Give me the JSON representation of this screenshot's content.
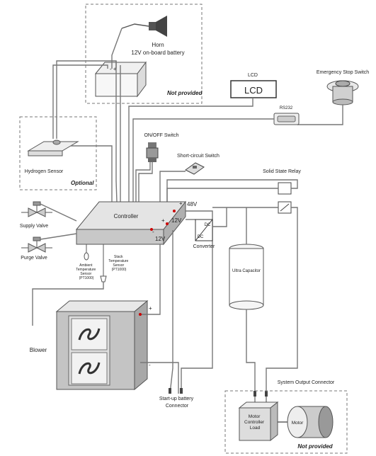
{
  "labels": {
    "horn": "Horn",
    "battery": "12V on-board battery",
    "not_provided_top": "Not provided",
    "lcd_caption": "LCD",
    "lcd_screen": "LCD",
    "emergency_stop": "Emergency Stop Switch",
    "rs232": "RS232",
    "hydrogen_sensor": "Hydrogen Sensor",
    "optional": "Optional",
    "onoff_switch": "ON/OFF Switch",
    "short_circuit_switch": "Short-circuit Switch",
    "solid_state_relay": "Solid State Relay",
    "controller": "Controller",
    "v48": "48V",
    "v12_right": "12V",
    "v12_left": "12V",
    "dc_top": "DC",
    "dc_bottom": "DC",
    "converter": "Converter",
    "supply_valve": "Supply Valve",
    "purge_valve": "Purge Valve",
    "ambient_sensor": [
      "Ambient",
      "Temperature",
      "Sensor",
      "(PT1000)"
    ],
    "stack_sensor": [
      "Stack",
      "Temperature",
      "Sensor",
      "(PT1000)"
    ],
    "ultra_capacitor": "Ultra Capacitor",
    "blower": "Blower",
    "startup_battery": [
      "Start-up battery",
      "Connector"
    ],
    "system_output": "System Output Connector",
    "motor_controller": [
      "Motor",
      "Controller",
      "Load"
    ],
    "motor": "Motor",
    "not_provided_bottom": "Not provided",
    "plus": "+",
    "minus": "-",
    "plus_minus": "- +"
  }
}
